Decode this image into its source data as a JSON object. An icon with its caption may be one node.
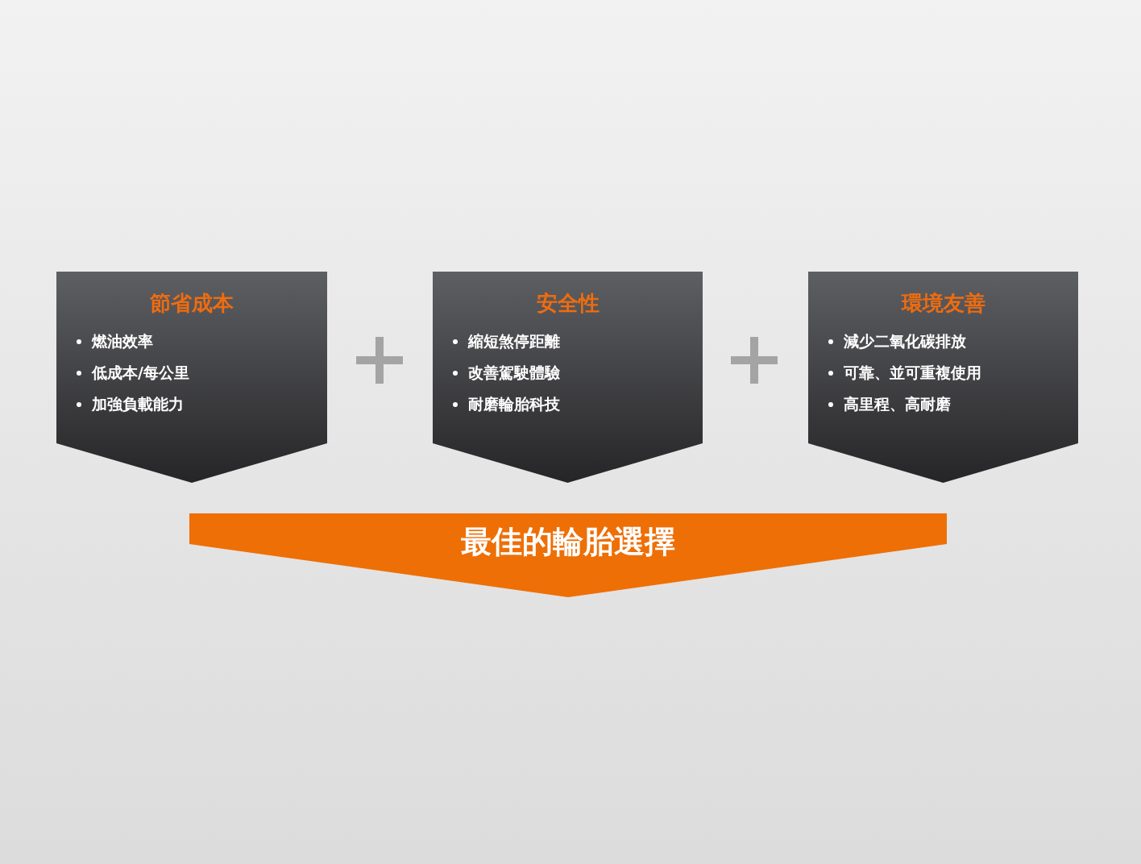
{
  "diagram": {
    "nodes": [
      {
        "text": [
          "節省成本",
          "燃油效率",
          "低成本/每公里",
          "加強負載能力"
        ]
      },
      {
        "text": [
          "安全性",
          "縮短煞停距離",
          "改善駕駛體驗",
          "耐磨輪胎科技"
        ]
      },
      {
        "text": [
          "環境友善",
          "減少二氧化碳排放",
          "可靠、並可重複使用",
          "高里程、高耐磨"
        ]
      },
      {
        "text": [
          "最佳的輪胎選擇"
        ]
      }
    ]
  }
}
